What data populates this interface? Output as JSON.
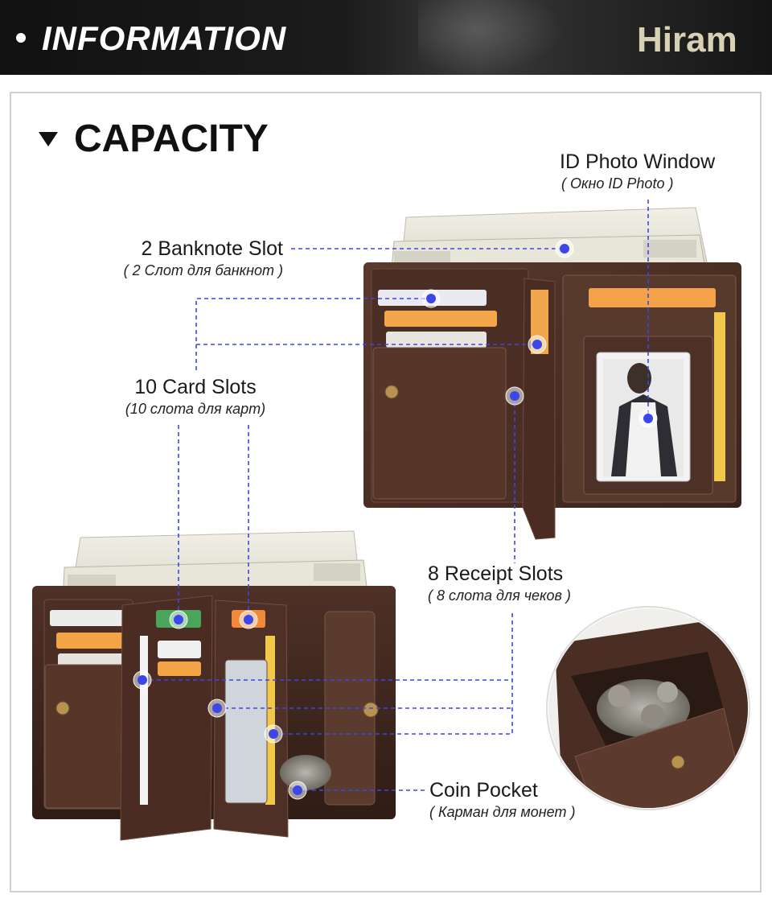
{
  "header": {
    "title": "INFORMATION",
    "brand": "Hiram"
  },
  "section": {
    "heading": "CAPACITY"
  },
  "labels": {
    "id_photo": {
      "main": "ID Photo Window",
      "sub": "( Окно ID Photo )"
    },
    "banknote": {
      "main": "2 Banknote Slot",
      "sub": "( 2 Слот для банкнот )"
    },
    "card_slots": {
      "main": "10 Card Slots",
      "sub": "(10 слота для карт)"
    },
    "receipt_slots": {
      "main": "8 Receipt Slots",
      "sub": "( 8 слота для чеков )"
    },
    "coin_pocket": {
      "main": "Coin Pocket",
      "sub": "( Карман для монет )"
    }
  },
  "colors": {
    "leader_line": "#3b47e8",
    "leather": "#4a2f26",
    "banner_text": "#ffffff",
    "brand_text": "#d8d2b4"
  }
}
